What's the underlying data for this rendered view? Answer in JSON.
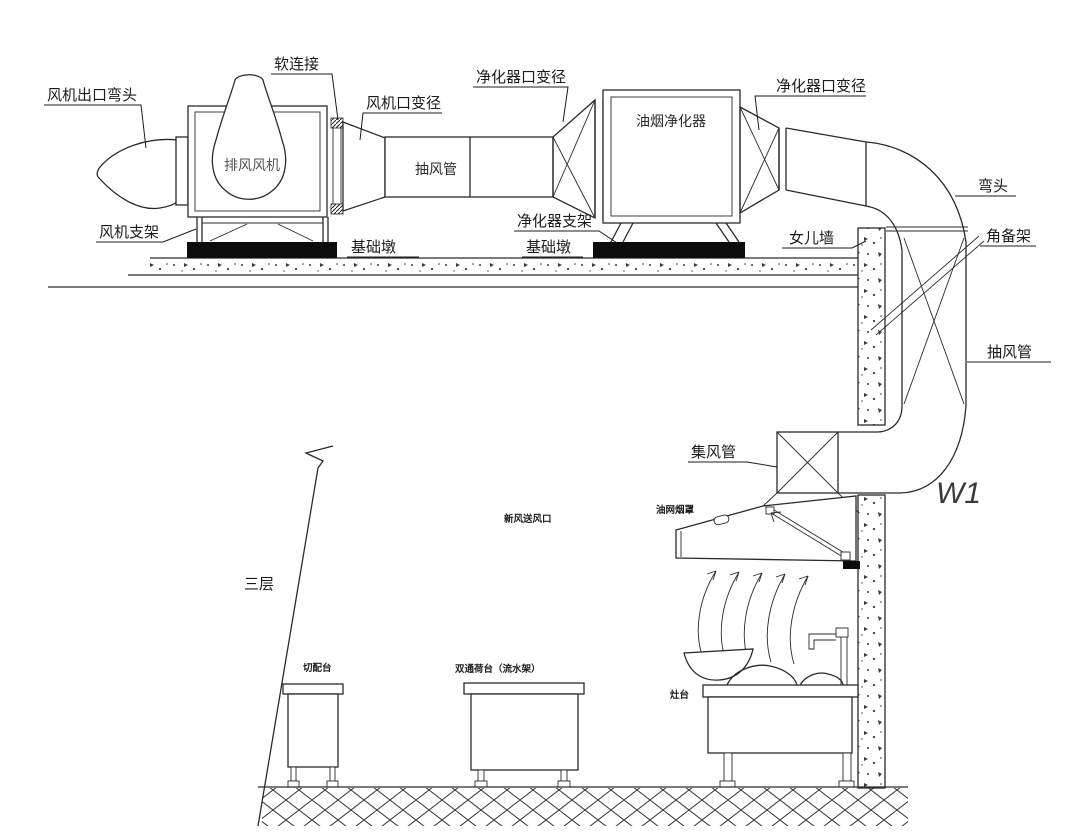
{
  "diagram": {
    "labels": {
      "fan_outlet_elbow": "风机出口弯头",
      "fan_bracket": "风机支架",
      "soft_connection": "软连接",
      "exhaust_fan": "排风风机",
      "fan_port_reducer": "风机口变径",
      "exhaust_duct": "抽风管",
      "purifier_port_reducer": "净化器口变径",
      "fume_purifier": "油烟净化器",
      "purifier_bracket": "净化器支架",
      "foundation_pier": "基础墩",
      "parapet_wall": "女儿墙",
      "elbow": "弯头",
      "angle_iron_frame": "角备架",
      "wall_opening_code": "W1",
      "collecting_duct": "集风管",
      "fresh_air_outlet": "新风送风口",
      "grease_mesh_hood": "油网烟罩",
      "third_floor": "三层",
      "cutting_prep_table": "切配台",
      "double_pass_table": "双通荷台（流水架）",
      "cooking_stove": "灶台"
    },
    "colors": {
      "background": "#ffffff",
      "line": "#2b2b2b",
      "pier_fill": "#0c0c0c",
      "fan_text": "#555555"
    }
  }
}
